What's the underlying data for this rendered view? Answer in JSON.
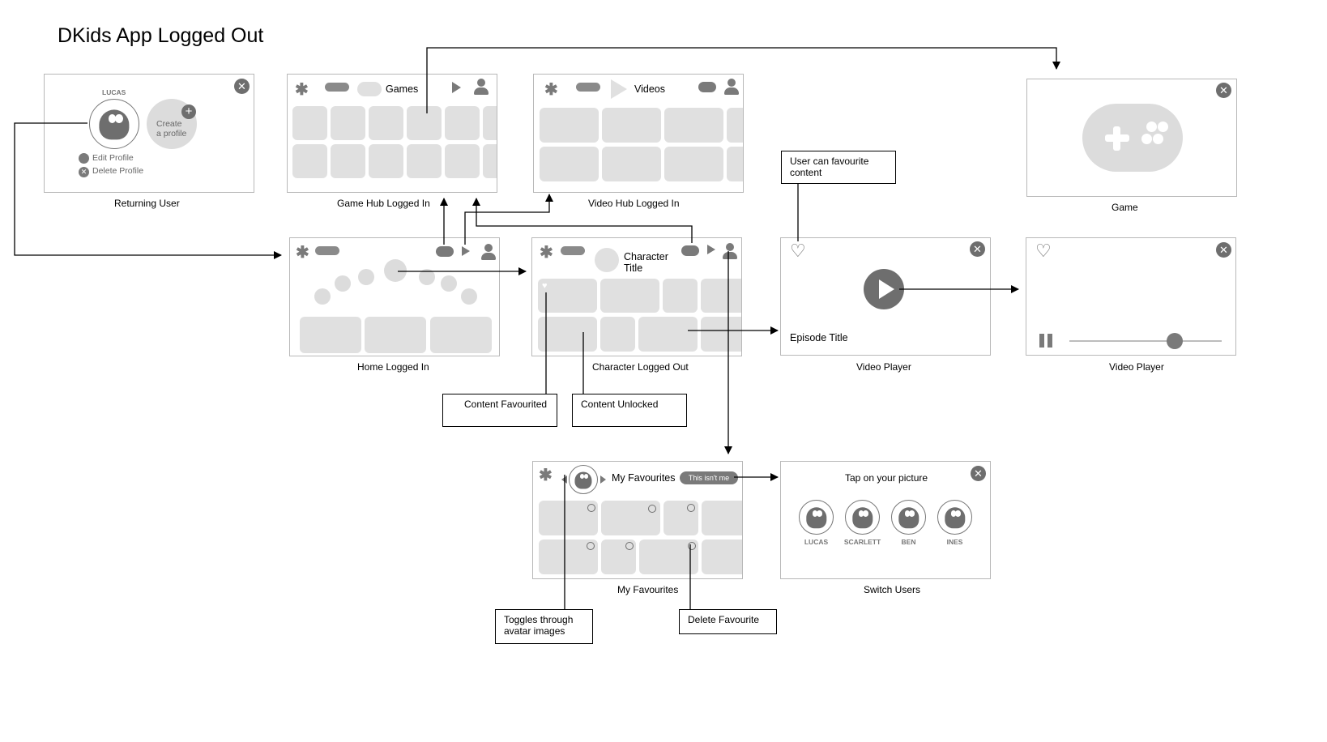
{
  "page_title": "DKids App Logged Out",
  "screens": {
    "returning_user": {
      "caption": "Returning User",
      "profile_name": "LUCAS",
      "create_profile": "Create\na profile",
      "edit_profile": "Edit Profile",
      "delete_profile": "Delete Profile"
    },
    "game_hub": {
      "caption": "Game Hub Logged In",
      "title": "Games"
    },
    "video_hub": {
      "caption": "Video Hub Logged In",
      "title": "Videos"
    },
    "game": {
      "caption": "Game"
    },
    "home": {
      "caption": "Home Logged In"
    },
    "character": {
      "caption": "Character Logged Out",
      "title": "Character\nTitle"
    },
    "video_player_1": {
      "caption": "Video Player",
      "episode_title": "Episode Title"
    },
    "video_player_2": {
      "caption": "Video Player",
      "progress": 0.69
    },
    "favourites": {
      "caption": "My Favourites",
      "title": "My Favourites",
      "not_me_button": "This isn't me"
    },
    "switch_users": {
      "caption": "Switch Users",
      "title": "Tap on your picture",
      "users": [
        "LUCAS",
        "SCARLETT",
        "BEN",
        "INES"
      ]
    }
  },
  "notes": {
    "user_can_favourite": "User can favourite\ncontent",
    "content_favourited": "Content Favourited",
    "content_unlocked": "Content Unlocked",
    "toggles_avatar": "Toggles through\navatar images",
    "delete_favourite": "Delete Favourite"
  },
  "colors": {
    "frame_border": "#b8b8b8",
    "tile": "#e0e0e0",
    "icon": "#7a7a7a",
    "connector": "#000000"
  }
}
